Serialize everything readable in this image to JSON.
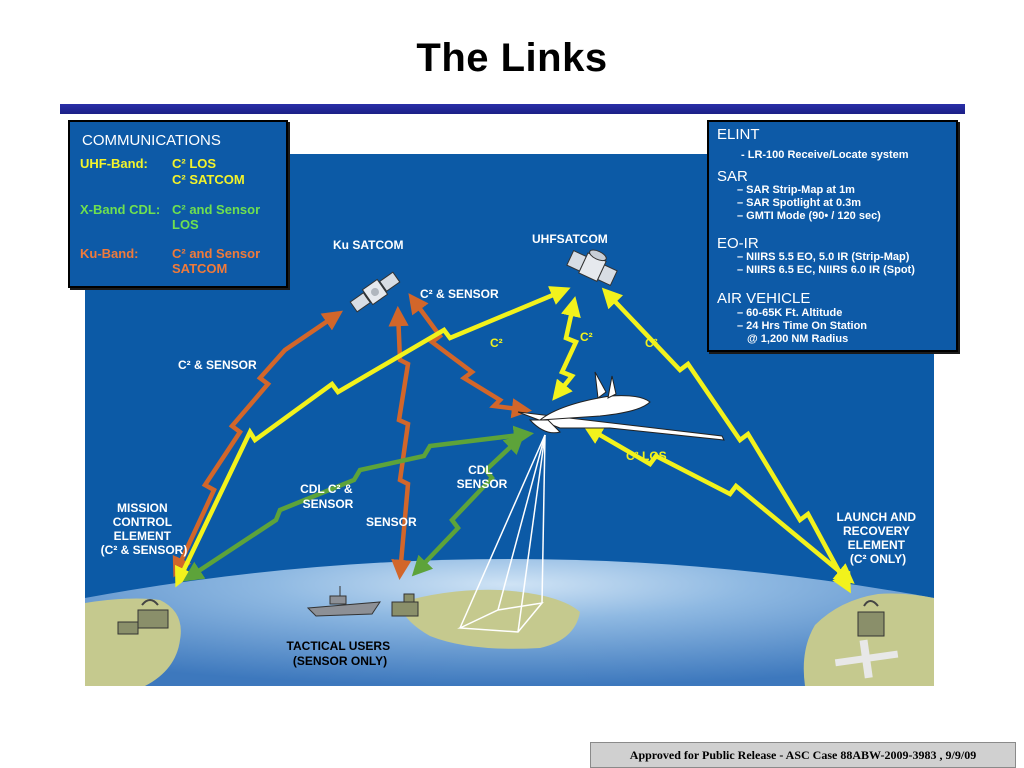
{
  "slide": {
    "title": "The Links",
    "footer": "Approved for Public Release - ASC Case 88ABW-2009-3983 , 9/9/09"
  },
  "communications": {
    "heading": "COMMUNICATIONS",
    "uhf_label": "UHF-Band:",
    "uhf_line1": "C² LOS",
    "uhf_line2": "C² SATCOM",
    "xband_label": "X-Band CDL:",
    "xband_line1": "C² and Sensor",
    "xband_line2": "LOS",
    "ku_label": "Ku-Band:",
    "ku_line1": "C² and Sensor",
    "ku_line2": "SATCOM"
  },
  "capabilities": {
    "elint_heading": "ELINT",
    "elint_items": [
      "- LR-100 Receive/Locate system"
    ],
    "sar_heading": "SAR",
    "sar_items": [
      "– SAR Strip-Map at 1m",
      "– SAR Spotlight at 0.3m",
      "– GMTI Mode (90• / 120 sec)"
    ],
    "eoir_heading": "EO-IR",
    "eoir_items": [
      "– NIIRS 5.5 EO, 5.0 IR (Strip-Map)",
      "– NIIRS 6.5 EC, NIIRS 6.0 IR (Spot)"
    ],
    "air_heading": "AIR VEHICLE",
    "air_items": [
      "– 60-65K Ft. Altitude",
      "– 24 Hrs Time On Station",
      "@ 1,200 NM Radius"
    ]
  },
  "diagram": {
    "ku_satcom": "Ku SATCOM",
    "uhf_satcom": "UHFSATCOM",
    "c2_sensor_top": "C² & SENSOR",
    "c2_sensor_left": "C² & SENSOR",
    "c2_a": "C²",
    "c2_b": "C²",
    "c2_c": "C²",
    "c2_los": "C² LOS",
    "cdl_sensor": [
      "CDL",
      "SENSOR"
    ],
    "cdl_c2_sensor": [
      "CDL C² &",
      "SENSOR"
    ],
    "sensor": "SENSOR",
    "mission_control": [
      "MISSION",
      "CONTROL",
      "ELEMENT",
      "(C² & SENSOR)"
    ],
    "launch_recovery": [
      "LAUNCH AND",
      "RECOVERY",
      "ELEMENT",
      "(C² ONLY)"
    ],
    "tactical_users": [
      "TACTICAL USERS",
      "(SENSOR ONLY)"
    ]
  },
  "colors": {
    "sky": "#0c5aa6",
    "earth": "#7aa8d6",
    "land": "#c5c98e",
    "ku_link": "#d2662a",
    "uhf_link": "#f2f21c",
    "cdl_link": "#5da33a",
    "panel": "#0d5aa7",
    "rule": "#1b1f86"
  }
}
